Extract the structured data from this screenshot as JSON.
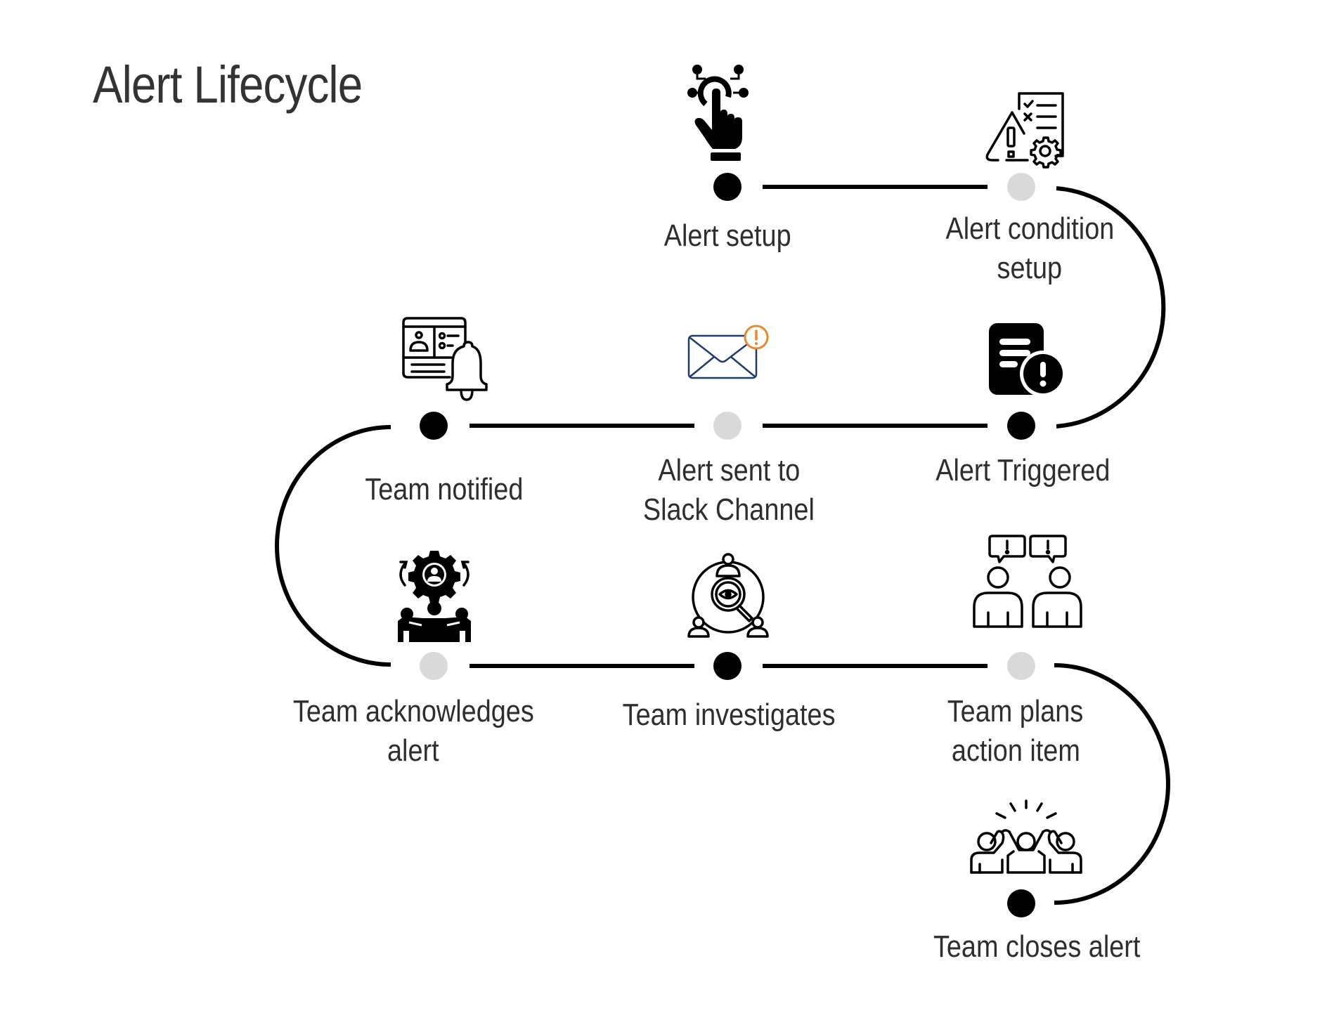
{
  "title": "Alert Lifecycle",
  "colors": {
    "line": "#000000",
    "dot_active": "#000000",
    "dot_inactive": "#d9d9d9",
    "text": "#2e2e2e",
    "envelope": "#1f3a6e",
    "badge": "#e8892e"
  },
  "steps": [
    {
      "id": "alert-setup",
      "label_lines": [
        "Alert setup"
      ],
      "icon": "touch-hand-icon",
      "dot": "active"
    },
    {
      "id": "alert-condition-setup",
      "label_lines": [
        "Alert condition",
        "setup"
      ],
      "icon": "warning-checklist-gear-icon",
      "dot": "inactive"
    },
    {
      "id": "alert-triggered",
      "label_lines": [
        "Alert Triggered"
      ],
      "icon": "document-alert-icon",
      "dot": "active"
    },
    {
      "id": "alert-sent-to-slack",
      "label_lines": [
        "Alert sent to",
        "Slack Channel"
      ],
      "icon": "envelope-alert-icon",
      "dot": "inactive"
    },
    {
      "id": "team-notified",
      "label_lines": [
        "Team notified"
      ],
      "icon": "dashboard-bell-icon",
      "dot": "active"
    },
    {
      "id": "team-acknowledges",
      "label_lines": [
        "Team acknowledges",
        "alert"
      ],
      "icon": "team-gear-icon",
      "dot": "inactive"
    },
    {
      "id": "team-investigates",
      "label_lines": [
        "Team investigates"
      ],
      "icon": "team-magnifier-eye-icon",
      "dot": "active"
    },
    {
      "id": "team-plans",
      "label_lines": [
        "Team plans",
        "action item"
      ],
      "icon": "people-speech-alert-icon",
      "dot": "inactive"
    },
    {
      "id": "team-closes",
      "label_lines": [
        "Team closes alert"
      ],
      "icon": "team-celebrate-icon",
      "dot": "active"
    }
  ]
}
